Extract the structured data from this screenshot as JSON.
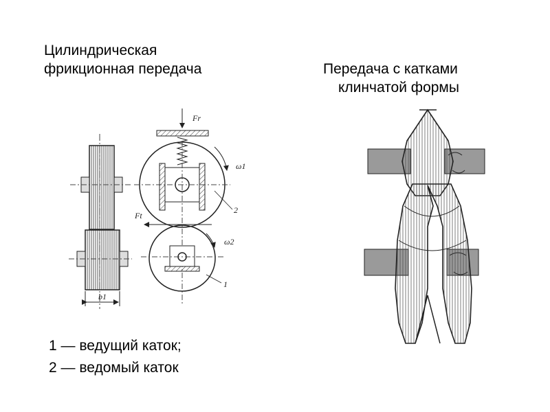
{
  "left_title": [
    "Цилиндрическая",
    "фрикционная передача"
  ],
  "right_title": [
    "Передача с катками",
    "клинчатой формы"
  ],
  "legend": [
    "1 — ведущий каток;",
    "2 — ведомый каток"
  ],
  "figure_labels": {
    "force_radial": "Fr",
    "force_tangential": "Ft",
    "omega1": "ω1",
    "omega2": "ω2",
    "roller2": "2",
    "roller1": "1",
    "width": "b1"
  }
}
